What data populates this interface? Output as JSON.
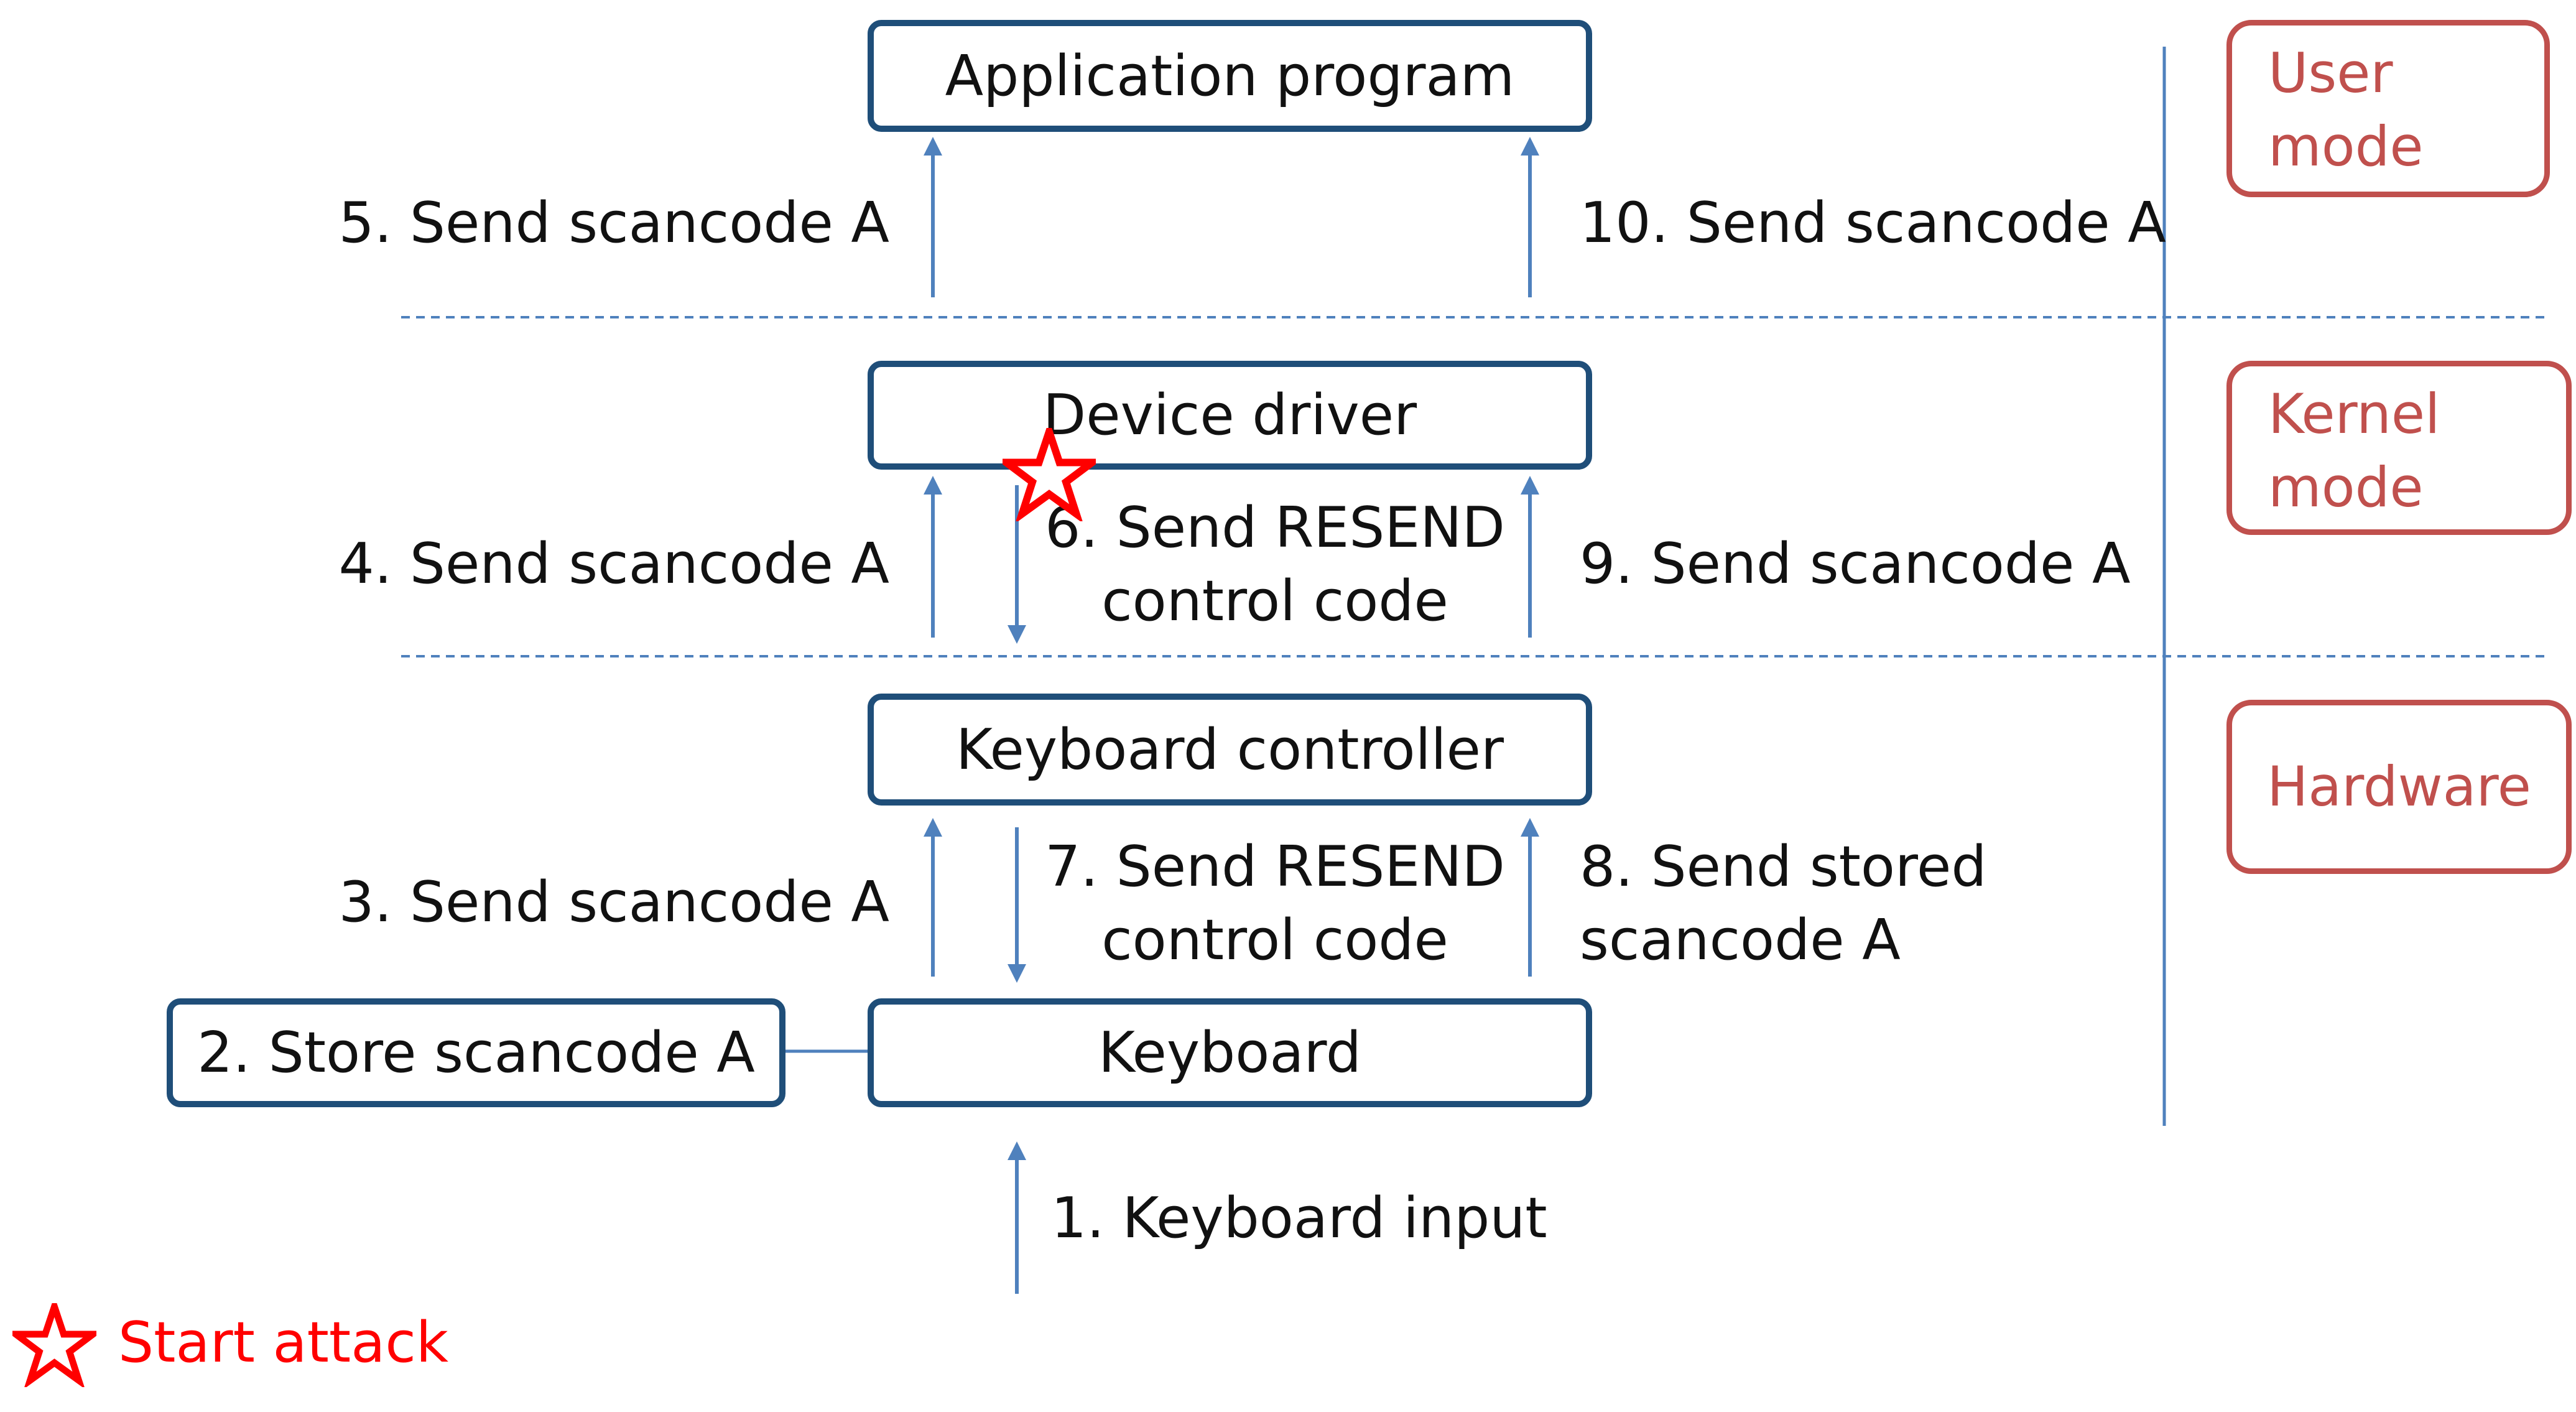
{
  "colors": {
    "box_border": "#1f4e79",
    "arrow": "#4f81bd",
    "mode_border": "#c0504d",
    "star": "#ff0000",
    "text": "#111111"
  },
  "boxes": {
    "application_program": "Application program",
    "device_driver": "Device driver",
    "keyboard_controller": "Keyboard controller",
    "keyboard": "Keyboard",
    "store_scancode": "2. Store scancode A"
  },
  "modes": {
    "user": [
      "User",
      "mode"
    ],
    "kernel": [
      "Kernel",
      "mode"
    ],
    "hardware": "Hardware"
  },
  "steps": {
    "s1": "1. Keyboard input",
    "s3": "3. Send scancode A",
    "s4": "4. Send scancode A",
    "s5": "5. Send scancode A",
    "s6": [
      "6. Send RESEND",
      "control code"
    ],
    "s7": [
      "7. Send RESEND",
      "control code"
    ],
    "s8": [
      "8. Send stored",
      "scancode A"
    ],
    "s9": "9. Send scancode A",
    "s10": "10. Send scancode A"
  },
  "legend": {
    "icon": "star-icon",
    "label": "Start attack"
  }
}
